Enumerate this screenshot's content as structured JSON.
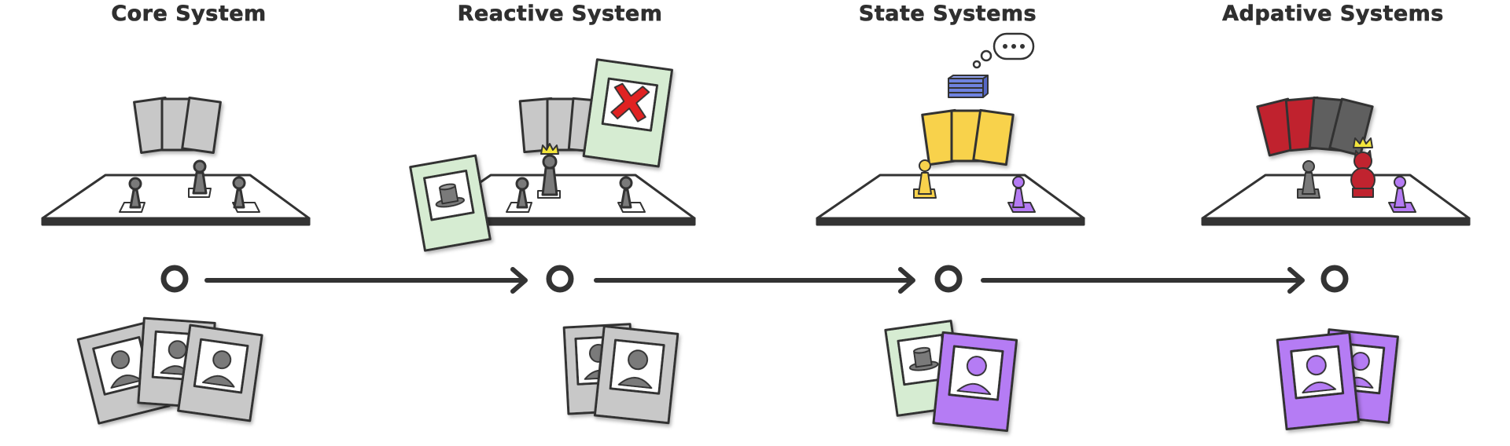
{
  "stages": [
    {
      "title": "Core System"
    },
    {
      "title": "Reactive System"
    },
    {
      "title": "State Systems"
    },
    {
      "title": "Adpative Systems"
    }
  ],
  "colors": {
    "outline": "#333333",
    "grey_card": "#c8c8c8",
    "green_card": "#d6ecd2",
    "yellow_card": "#f8d24c",
    "purple": "#b57bf4",
    "red": "#c0232f",
    "dark_grey_card": "#5e5e5e",
    "blue_stack": "#6f83e0",
    "crown": "#f3e53c",
    "cross": "#e02020"
  },
  "icons": {
    "table": "table-board-icon",
    "pawn": "pawn-icon",
    "king": "crowned-pawn-icon",
    "hat": "top-hat-icon",
    "cross": "red-cross-icon",
    "thought": "thought-bubble-icon",
    "arrow": "arrow-right-icon",
    "timeline_node": "ring-node-icon"
  }
}
